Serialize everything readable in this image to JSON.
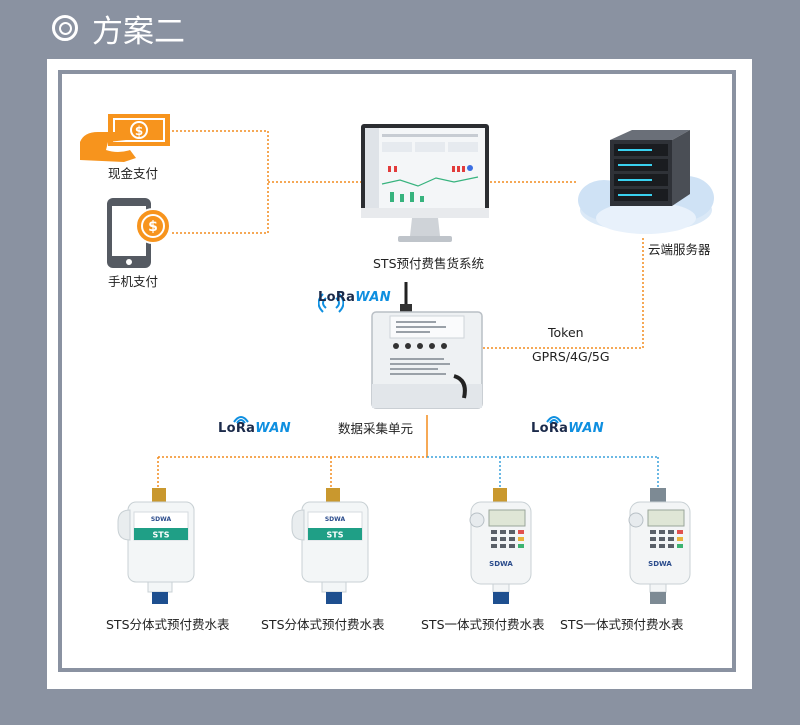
{
  "header": {
    "title": "方案二"
  },
  "nodes": {
    "cash": "现金支付",
    "mobile": "手机支付",
    "system": "STS预付费售货系统",
    "cloud": "云端服务器",
    "collector": "数据采集单元",
    "meter1": "STS分体式预付费水表",
    "meter2": "STS分体式预付费水表",
    "meter3": "STS一体式预付费水表",
    "meter4": "STS一体式预付费水表"
  },
  "links": {
    "token": "Token",
    "network": "GPRS/4G/5G"
  },
  "lorawan": {
    "lo": "LoRa",
    "wan": "WAN"
  },
  "meter_face": {
    "sts": "STS",
    "brand": "SDWA"
  },
  "colors": {
    "orange": "#f28c1e",
    "blue": "#3aa0dc",
    "header_bg": "#8a92a1"
  }
}
